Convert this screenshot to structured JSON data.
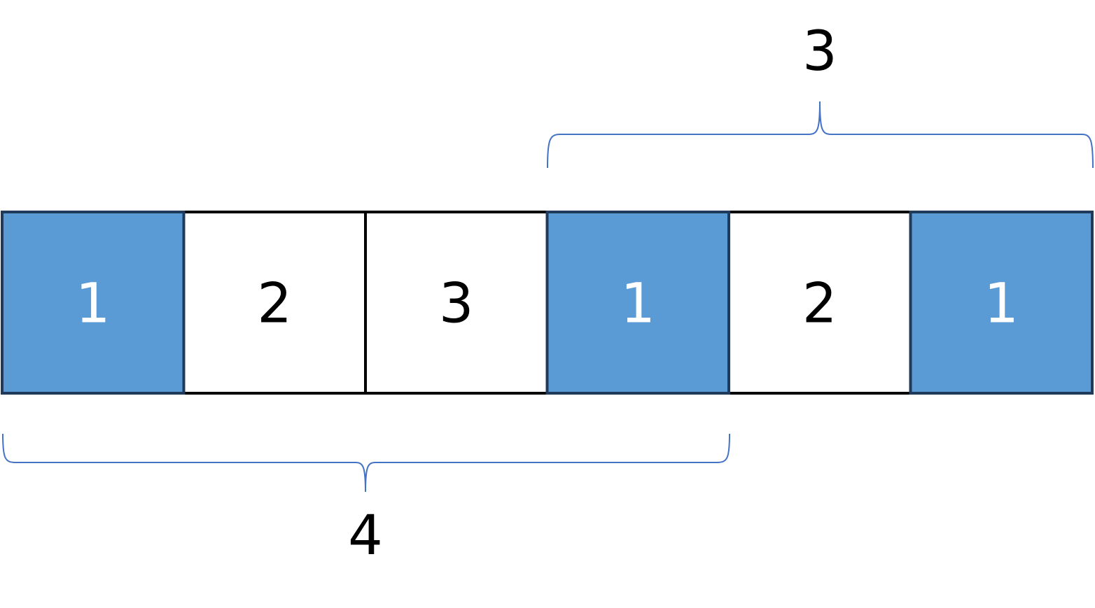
{
  "colors": {
    "highlight_fill": "#5B9BD5",
    "highlight_border": "#1F3A5A",
    "plain_fill": "#FFFFFF",
    "plain_border": "#000000",
    "highlight_text": "#FFFFFF",
    "plain_text": "#000000",
    "brace": "#4472C4"
  },
  "cells": [
    {
      "label": "1",
      "highlighted": true
    },
    {
      "label": "2",
      "highlighted": false
    },
    {
      "label": "3",
      "highlighted": false
    },
    {
      "label": "1",
      "highlighted": true
    },
    {
      "label": "2",
      "highlighted": false
    },
    {
      "label": "1",
      "highlighted": true
    }
  ],
  "braces": {
    "top": {
      "label": "3",
      "from_cell": 3,
      "to_cell": 5
    },
    "bottom": {
      "label": "4",
      "from_cell": 0,
      "to_cell": 3
    }
  }
}
